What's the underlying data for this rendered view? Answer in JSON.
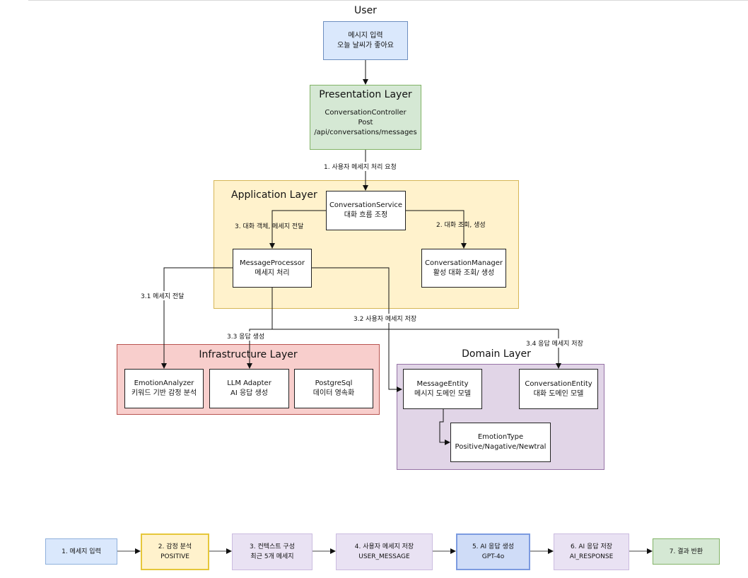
{
  "user": {
    "title": "User",
    "box_line1": "메시지 입력",
    "box_line2": "오늘 날씨가 좋아요"
  },
  "presentation": {
    "title": "Presentation Layer",
    "line1": "ConversationController",
    "line2": "Post",
    "line3": "/api/conversations/messages"
  },
  "edge_labels": {
    "request": "1. 사용자 메세지 처리 요청",
    "pass_message": "3. 대화 객체, 메세지 전달",
    "lookup": "2. 대화 조회, 생성",
    "emotion": "3.1 메세지 전달",
    "save_user": "3.2 사용자 메세지 저장",
    "generate": "3.3 응답 생성",
    "save_response": "3.4 응답 메세지 저장"
  },
  "application": {
    "title": "Application Layer",
    "service": {
      "line1": "ConversationService",
      "line2": "대화 흐름 조정"
    },
    "processor": {
      "line1": "MessageProcessor",
      "line2": "메세지 처리"
    },
    "manager": {
      "line1": "ConversationManager",
      "line2": "활성 대화 조회/ 생성"
    }
  },
  "infrastructure": {
    "title": "Infrastructure Layer",
    "emotion": {
      "line1": "EmotionAnalyzer",
      "line2": "키워드 기반 감정 분석"
    },
    "llm": {
      "line1": "LLM Adapter",
      "line2": "AI 응답 생성"
    },
    "db": {
      "line1": "PostgreSql",
      "line2": "데이터 영속화"
    }
  },
  "domain": {
    "title": "Domain Layer",
    "message": {
      "line1": "MessageEntity",
      "line2": "메시지 도메인 모델"
    },
    "conversation": {
      "line1": "ConversationEntity",
      "line2": "대화 도메인 모델"
    },
    "emotion_type": {
      "line1": "EmotionType",
      "line2": "Positive/Nagative/Newtral"
    }
  },
  "flow": [
    {
      "line1": "1. 메세지 입력",
      "line2": ""
    },
    {
      "line1": "2. 감정 분석",
      "line2": "POSITIVE"
    },
    {
      "line1": "3. 컨텍스트 구성",
      "line2": "최근 5개 메세지"
    },
    {
      "line1": "4. 사용자 메세지 저장",
      "line2": "USER_MESSAGE"
    },
    {
      "line1": "5. AI 응답 생성",
      "line2": "GPT-4o"
    },
    {
      "line1": "6. AI 응답 저장",
      "line2": "AI_RESPONSE"
    },
    {
      "line1": "7. 결과 반환",
      "line2": ""
    }
  ],
  "colors": {
    "user_fill": "#dae8fc",
    "user_border": "#6c8ebf",
    "presentation_fill": "#d5e8d4",
    "presentation_border": "#82b366",
    "application_fill": "#fff2cc",
    "application_border": "#d6b656",
    "infrastructure_fill": "#f8cecc",
    "infrastructure_border": "#b85450",
    "domain_fill": "#e1d5e7",
    "domain_border": "#9673a6"
  }
}
